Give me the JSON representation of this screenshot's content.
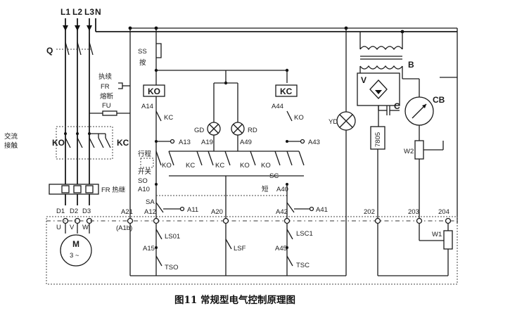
{
  "caption": "图11 常规型电气控制原理图",
  "mains": {
    "l1": "L1",
    "l2": "L2",
    "l3": "L3",
    "n": "N"
  },
  "labels": {
    "q": "Q",
    "b": "B",
    "v": "V",
    "c": "C",
    "cb": "CB",
    "ko_main": "KO",
    "kc_main": "KC",
    "jiaoliu": "交流",
    "jiechu": "接触",
    "zhixu": "执续",
    "fr": "FR",
    "rongduan": "熔断",
    "fu": "FU",
    "fr_rj": "FR 热继",
    "d1": "D1",
    "d2": "D2",
    "d3": "D3",
    "u": "U",
    "vv": "V",
    "w": "W",
    "m": "M",
    "m3": "3 ~",
    "ss": "SS",
    "an": "按",
    "ko_coil": "KO",
    "kc_coil": "KC",
    "a14": "A14",
    "kc_c": "KC",
    "a44": "A44",
    "ko_c": "KO",
    "gd": "GD",
    "rd": "RD",
    "yd": "YD",
    "a13": "A13",
    "a19": "A19",
    "a49": "A49",
    "a43": "A43",
    "xingcheng": "行程",
    "kaiguan": "开关",
    "so": "SO",
    "ko_s1": "KO",
    "kc_s1": "KC",
    "kc_s2": "KC",
    "ko_s2": "KO",
    "ko_s3": "KO",
    "sc": "SC",
    "duan": "短",
    "a10": "A10",
    "a40": "A40",
    "sa": "SA",
    "a21": "A21",
    "a1b": "(A1b)",
    "a12": "A12",
    "a11": "A11",
    "a20": "A20",
    "a42": "A42",
    "a41": "A41",
    "n202": "202",
    "n203": "203",
    "n204": "204",
    "w1": "W1",
    "w2": "W2",
    "reg": "7805",
    "lso1": "LS01",
    "a15": "A15",
    "tso": "TSO",
    "lsf": "LSF",
    "lsc1": "LSC1",
    "a45": "A45",
    "tsc": "TSC"
  }
}
